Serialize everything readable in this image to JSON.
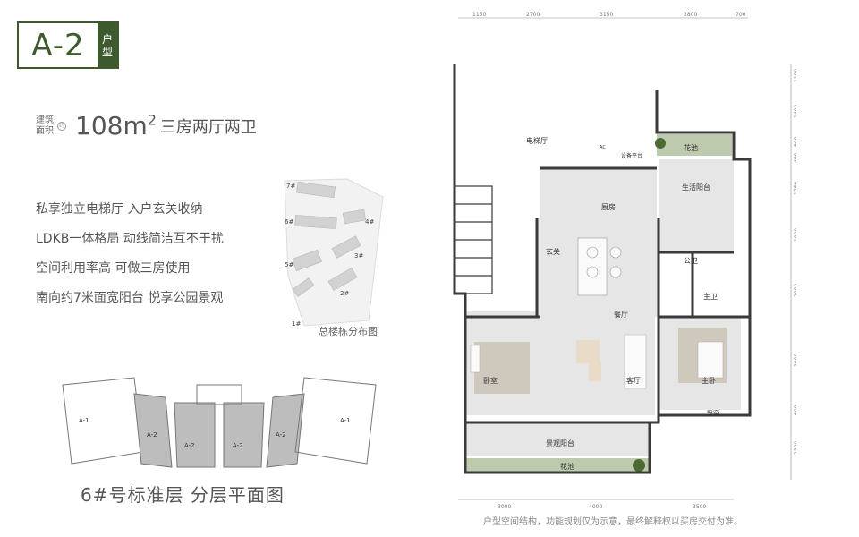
{
  "badge": {
    "code": "A-2",
    "suffix_top": "户",
    "suffix_bottom": "型"
  },
  "area": {
    "label_line1": "建筑",
    "label_line2": "面积",
    "icon_text": "约",
    "value": "108m",
    "unit_sup": "2",
    "description": "三房两厅两卫"
  },
  "features": [
    "私享独立电梯厅 入户玄关收纳",
    "LDKB一体格局 动线简洁互不干扰",
    "空间利用率高 可做三房使用",
    "南向约7米面宽阳台 悦享公园景观"
  ],
  "site_map": {
    "caption": "总楼栋分布图",
    "buildings": [
      "7#",
      "6#",
      "4#",
      "5#",
      "3#",
      "2#",
      "1#"
    ]
  },
  "floor_plate": {
    "caption": "6#号标准层 分层平面图",
    "units": [
      "A-1",
      "A-2",
      "A-2",
      "A-2",
      "A-2",
      "A-1"
    ]
  },
  "plan": {
    "top_dims": [
      "1150",
      "2700",
      "3150",
      "2800",
      "700"
    ],
    "bottom_dims": [
      "3000",
      "4000",
      "3500"
    ],
    "right_dims": [
      "1100",
      "1400",
      "800",
      "450",
      "1750",
      "1900",
      "2000",
      "3000",
      "600",
      "2300"
    ],
    "rooms": {
      "elevator": "电梯厅",
      "equipment": "设备平台",
      "planter_top": "花池",
      "kitchen": "厨房",
      "utility_balcony": "生活阳台",
      "foyer": "玄关",
      "public_bath": "公卫",
      "master_bath": "主卫",
      "dining": "餐厅",
      "bedroom": "卧室",
      "living": "客厅",
      "master_bedroom": "主卧",
      "bay_window": "飘窗",
      "view_balcony": "景观阳台",
      "planter_bottom": "花池",
      "ac": "AC"
    }
  },
  "disclaimer": "户型空间结构，功能规划仅为示意，最终解释权以买房交付为准。",
  "colors": {
    "brand": "#3c5a2e",
    "room": "#e6e6e6",
    "wall": "#3a3a3a",
    "plant": "#6f8a4a",
    "rug": "#cfc8bc"
  }
}
